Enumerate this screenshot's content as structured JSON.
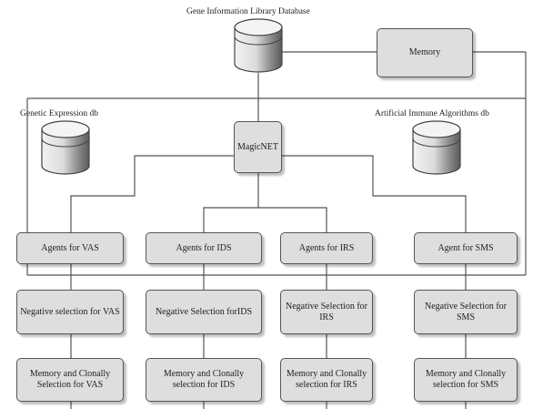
{
  "diagram": {
    "top_database_label": "Gene Information Library Database",
    "memory_label": "Memory",
    "genetic_db_label": "Genetic Expression db",
    "ais_db_label": "Artificial Immune Algorithms db",
    "hub_label": "MagicNET",
    "agents": [
      "Agents for VAS",
      "Agents for IDS",
      "Agents for IRS",
      "Agent for SMS"
    ],
    "negative_selection": [
      "Negative selection for VAS",
      "Negative Selection forIDS",
      "Negative Selection for IRS",
      "Negative Selection for SMS"
    ],
    "memory_clonal": [
      "Memory and Clonally Selection for VAS",
      "Memory and Clonally selection for IDS",
      "Memory and Clonally selection for IRS",
      "Memory and Clonally selection for SMS"
    ],
    "colors": {
      "box_fill": "#dedede",
      "db_light": "#eeeeee",
      "db_dark": "#8a8a8a",
      "line": "#555555"
    }
  }
}
